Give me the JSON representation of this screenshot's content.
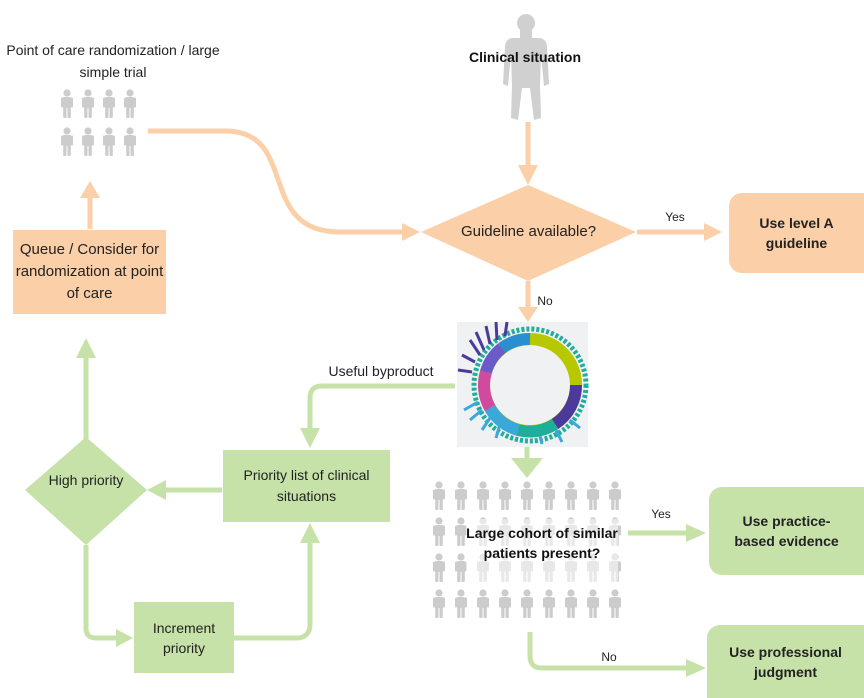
{
  "top_left_label": "Point of care randomization / large simple trial",
  "clinical_situation": "Clinical situation",
  "guideline_question": "Guideline available?",
  "yes_label_1": "Yes",
  "no_label_1": "No",
  "use_level_a": "Use level A guideline",
  "queue_box": "Queue / Consider for randomization at point of care",
  "useful_byproduct": "Useful byproduct",
  "priority_list": "Priority list of clinical situations",
  "high_priority": "High priority",
  "increment_priority": "Increment priority",
  "cohort_question": "Large cohort of similar patients present?",
  "yes_label_2": "Yes",
  "no_label_2": "No",
  "use_practice_based": "Use practice-based evidence",
  "use_professional": "Use professional judgment",
  "colors": {
    "orange": "#fbcfa8",
    "green": "#c7e2a9",
    "person": "#cccccc"
  }
}
